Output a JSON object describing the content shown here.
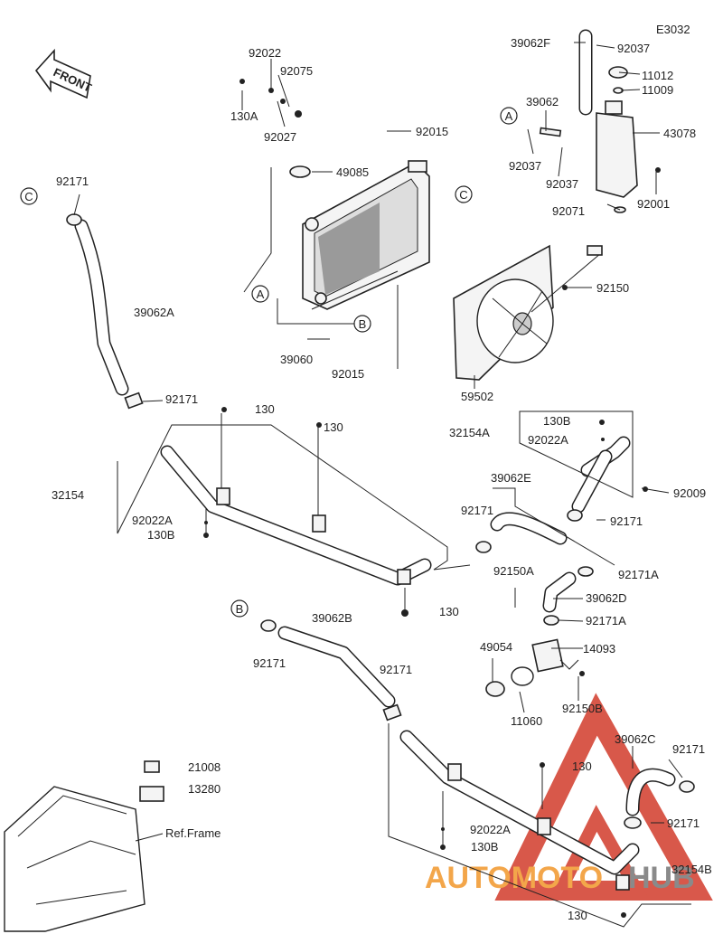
{
  "diagram": {
    "code": "E3032",
    "front_label": "FRONT",
    "ref_label": "Ref.Frame",
    "watermark": {
      "part1": "AUTOMOTO",
      "part2": "HUB"
    },
    "colors": {
      "line": "#222222",
      "watermark_red": "#d23b2b",
      "watermark_orange": "#f3a64a"
    },
    "callouts": [
      {
        "id": "39062F",
        "text": "39062F"
      },
      {
        "id": "92037a",
        "text": "92037"
      },
      {
        "id": "11012",
        "text": "11012"
      },
      {
        "id": "11009",
        "text": "11009"
      },
      {
        "id": "92022",
        "text": "92022"
      },
      {
        "id": "92075",
        "text": "92075"
      },
      {
        "id": "130A",
        "text": "130A"
      },
      {
        "id": "92027",
        "text": "92027"
      },
      {
        "id": "39062",
        "text": "39062"
      },
      {
        "id": "43078",
        "text": "43078"
      },
      {
        "id": "92037b",
        "text": "92037"
      },
      {
        "id": "92037c",
        "text": "92037"
      },
      {
        "id": "92001",
        "text": "92001"
      },
      {
        "id": "92071",
        "text": "92071"
      },
      {
        "id": "92015a",
        "text": "92015"
      },
      {
        "id": "49085",
        "text": "49085"
      },
      {
        "id": "92171a",
        "text": "92171"
      },
      {
        "id": "39062A",
        "text": "39062A"
      },
      {
        "id": "92150",
        "text": "92150"
      },
      {
        "id": "39060",
        "text": "39060"
      },
      {
        "id": "92015b",
        "text": "92015"
      },
      {
        "id": "59502",
        "text": "59502"
      },
      {
        "id": "92171b",
        "text": "92171"
      },
      {
        "id": "130a",
        "text": "130"
      },
      {
        "id": "130b",
        "text": "130"
      },
      {
        "id": "32154A",
        "text": "32154A"
      },
      {
        "id": "130B1",
        "text": "130B"
      },
      {
        "id": "92022A1",
        "text": "92022A"
      },
      {
        "id": "32154",
        "text": "32154"
      },
      {
        "id": "39062E",
        "text": "39062E"
      },
      {
        "id": "92009",
        "text": "92009"
      },
      {
        "id": "92171c",
        "text": "92171"
      },
      {
        "id": "92171d",
        "text": "92171"
      },
      {
        "id": "92022A2",
        "text": "92022A"
      },
      {
        "id": "130B2",
        "text": "130B"
      },
      {
        "id": "92171A1",
        "text": "92171A"
      },
      {
        "id": "92150A",
        "text": "92150A"
      },
      {
        "id": "130c",
        "text": "130"
      },
      {
        "id": "39062D",
        "text": "39062D"
      },
      {
        "id": "92171A2",
        "text": "92171A"
      },
      {
        "id": "39062B",
        "text": "39062B"
      },
      {
        "id": "92171e",
        "text": "92171"
      },
      {
        "id": "49054",
        "text": "49054"
      },
      {
        "id": "14093",
        "text": "14093"
      },
      {
        "id": "92171f",
        "text": "92171"
      },
      {
        "id": "11060",
        "text": "11060"
      },
      {
        "id": "92150B",
        "text": "92150B"
      },
      {
        "id": "39062C",
        "text": "39062C"
      },
      {
        "id": "92171g",
        "text": "92171"
      },
      {
        "id": "21008",
        "text": "21008"
      },
      {
        "id": "130d",
        "text": "130"
      },
      {
        "id": "13280",
        "text": "13280"
      },
      {
        "id": "92171h",
        "text": "92171"
      },
      {
        "id": "92022A3",
        "text": "92022A"
      },
      {
        "id": "130B3",
        "text": "130B"
      },
      {
        "id": "32154B",
        "text": "32154B"
      },
      {
        "id": "130e",
        "text": "130"
      }
    ],
    "refs": [
      {
        "id": "A1",
        "letter": "A"
      },
      {
        "id": "C1",
        "letter": "C"
      },
      {
        "id": "C2",
        "letter": "C"
      },
      {
        "id": "A2",
        "letter": "A"
      },
      {
        "id": "B1",
        "letter": "B"
      },
      {
        "id": "B2",
        "letter": "B"
      }
    ]
  }
}
